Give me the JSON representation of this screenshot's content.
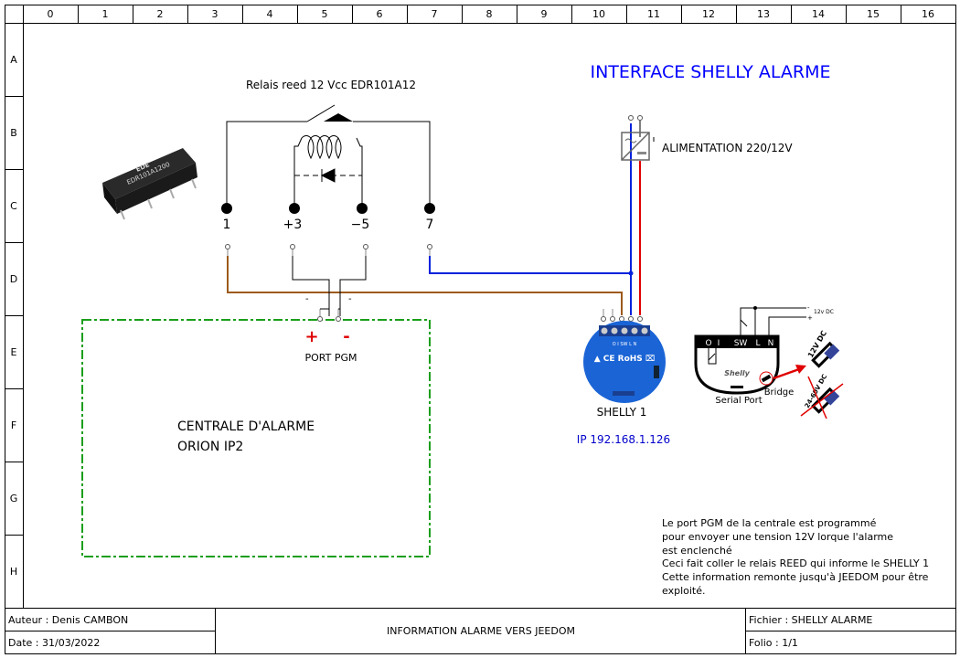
{
  "grid": {
    "columns": [
      "0",
      "1",
      "2",
      "3",
      "4",
      "5",
      "6",
      "7",
      "8",
      "9",
      "10",
      "11",
      "12",
      "13",
      "14",
      "15",
      "16"
    ],
    "rows": [
      "A",
      "B",
      "C",
      "D",
      "E",
      "F",
      "G",
      "H"
    ]
  },
  "title": {
    "text": "INTERFACE SHELLY ALARME",
    "color": "#0000ff"
  },
  "relay": {
    "label": "Relais reed 12 Vcc EDR101A12",
    "pins": [
      "1",
      "+3",
      "−5",
      "7"
    ],
    "photo_markings": "EDR101A1200",
    "photo_brand": "EDE"
  },
  "power_supply": {
    "label": "ALIMENTATION 220/12V"
  },
  "shelly": {
    "label": "SHELLY 1",
    "ip": "IP 192.168.1.126",
    "ip_color": "#0000cc",
    "terminals": [
      "O",
      "I",
      "SW",
      "L",
      "N"
    ]
  },
  "shelly_detail": {
    "terminals": [
      "O",
      "I",
      "SW",
      "L",
      "N"
    ],
    "supply_label": "12v DC",
    "minus": "-",
    "plus": "+",
    "brand": "Shelly",
    "serial_port_label": "Serial Port",
    "bridge_label": "Bridge",
    "jumper_ok_label": "12V DC",
    "jumper_no_label": "24-60V DC"
  },
  "alarm_panel": {
    "line1": "CENTRALE D'ALARME",
    "line2": "ORION IP2",
    "port_label": "PORT PGM",
    "plus": "+",
    "minus": "-"
  },
  "note": {
    "lines": [
      "Le port PGM de la centrale est programmé",
      "pour envoyer une tension 12V lorque l'alarme",
      "est enclenché",
      "Ceci fait coller le relais REED qui informe le SHELLY 1",
      "Cette information remonte jusqu'à JEEDOM pour être",
      "exploité."
    ]
  },
  "title_block": {
    "author": "Auteur : Denis CAMBON",
    "date": "Date : 31/03/2022",
    "description": "INFORMATION ALARME VERS JEEDOM",
    "file": "Fichier : SHELLY ALARME",
    "folio": "Folio : 1/1"
  },
  "colors": {
    "wire_brown": "#9c5a1a",
    "wire_blue": "#0022dd",
    "wire_red": "#e00000",
    "panel_border": "#1a9e1a",
    "shelly_blue": "#1a64d6"
  }
}
